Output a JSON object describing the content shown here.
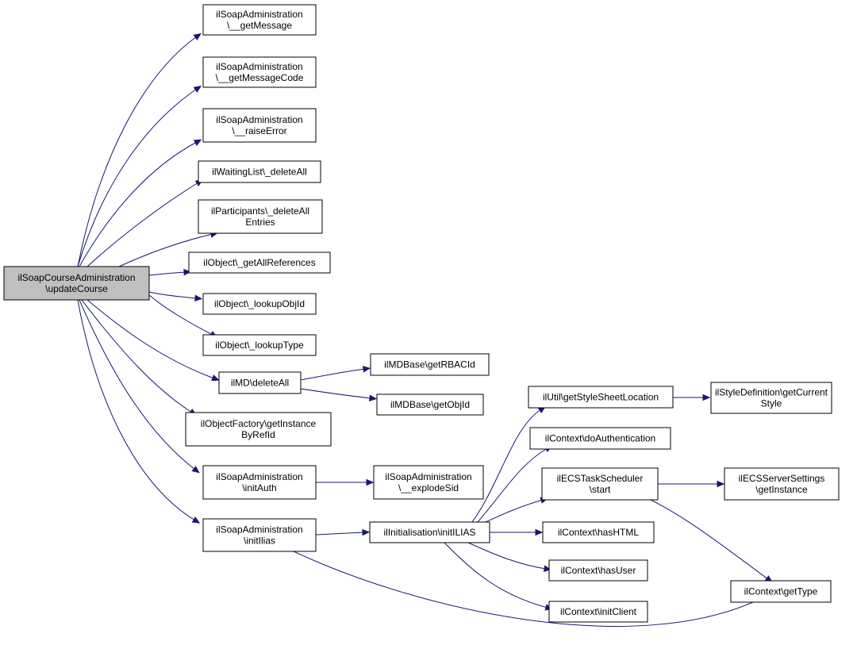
{
  "colors": {
    "edge": "#191970",
    "node_fill": "#ffffff",
    "root_fill": "#bfbfbf",
    "border": "#000000"
  },
  "nodes": [
    {
      "id": "root",
      "lines": [
        "ilSoapCourseAdministration",
        "\\updateCourse"
      ]
    },
    {
      "id": "getMessage",
      "lines": [
        "ilSoapAdministration",
        "\\__getMessage"
      ]
    },
    {
      "id": "getMessageCode",
      "lines": [
        "ilSoapAdministration",
        "\\__getMessageCode"
      ]
    },
    {
      "id": "raiseError",
      "lines": [
        "ilSoapAdministration",
        "\\__raiseError"
      ]
    },
    {
      "id": "waitingDeleteAll",
      "lines": [
        "ilWaitingList\\_deleteAll"
      ]
    },
    {
      "id": "participantsDeleteAll",
      "lines": [
        "ilParticipants\\_deleteAll",
        "Entries"
      ]
    },
    {
      "id": "getAllReferences",
      "lines": [
        "ilObject\\_getAllReferences"
      ]
    },
    {
      "id": "lookupObjId",
      "lines": [
        "ilObject\\_lookupObjId"
      ]
    },
    {
      "id": "lookupType",
      "lines": [
        "ilObject\\_lookupType"
      ]
    },
    {
      "id": "mdDeleteAll",
      "lines": [
        "ilMD\\deleteAll"
      ]
    },
    {
      "id": "getInstanceByRefId",
      "lines": [
        "ilObjectFactory\\getInstance",
        "ByRefId"
      ]
    },
    {
      "id": "initAuth",
      "lines": [
        "ilSoapAdministration",
        "\\initAuth"
      ]
    },
    {
      "id": "initIlias",
      "lines": [
        "ilSoapAdministration",
        "\\initIlias"
      ]
    },
    {
      "id": "getRBACId",
      "lines": [
        "ilMDBase\\getRBACId"
      ]
    },
    {
      "id": "getObjId",
      "lines": [
        "ilMDBase\\getObjId"
      ]
    },
    {
      "id": "explodeSid",
      "lines": [
        "ilSoapAdministration",
        "\\__explodeSid"
      ]
    },
    {
      "id": "initILIAS",
      "lines": [
        "ilInitialisation\\initILIAS"
      ]
    },
    {
      "id": "getStyleSheetLocation",
      "lines": [
        "ilUtil\\getStyleSheetLocation"
      ]
    },
    {
      "id": "doAuthentication",
      "lines": [
        "ilContext\\doAuthentication"
      ]
    },
    {
      "id": "ecsStart",
      "lines": [
        "ilECSTaskScheduler",
        "\\start"
      ]
    },
    {
      "id": "hasHTML",
      "lines": [
        "ilContext\\hasHTML"
      ]
    },
    {
      "id": "hasUser",
      "lines": [
        "ilContext\\hasUser"
      ]
    },
    {
      "id": "initClient",
      "lines": [
        "ilContext\\initClient"
      ]
    },
    {
      "id": "getCurrentStyle",
      "lines": [
        "ilStyleDefinition\\getCurrent",
        "Style"
      ]
    },
    {
      "id": "ecsGetInstance",
      "lines": [
        "ilECSServerSettings",
        "\\getInstance"
      ]
    },
    {
      "id": "getType",
      "lines": [
        "ilContext\\getType"
      ]
    }
  ],
  "edges": [
    [
      "root",
      "getMessage"
    ],
    [
      "root",
      "getMessageCode"
    ],
    [
      "root",
      "raiseError"
    ],
    [
      "root",
      "waitingDeleteAll"
    ],
    [
      "root",
      "participantsDeleteAll"
    ],
    [
      "root",
      "getAllReferences"
    ],
    [
      "root",
      "lookupObjId"
    ],
    [
      "root",
      "lookupType"
    ],
    [
      "root",
      "mdDeleteAll"
    ],
    [
      "root",
      "getInstanceByRefId"
    ],
    [
      "root",
      "initAuth"
    ],
    [
      "root",
      "initIlias"
    ],
    [
      "mdDeleteAll",
      "getRBACId"
    ],
    [
      "mdDeleteAll",
      "getObjId"
    ],
    [
      "initAuth",
      "explodeSid"
    ],
    [
      "initIlias",
      "initILIAS"
    ],
    [
      "initIlias",
      "getType"
    ],
    [
      "initILIAS",
      "getStyleSheetLocation"
    ],
    [
      "initILIAS",
      "doAuthentication"
    ],
    [
      "initILIAS",
      "ecsStart"
    ],
    [
      "initILIAS",
      "hasHTML"
    ],
    [
      "initILIAS",
      "hasUser"
    ],
    [
      "initILIAS",
      "initClient"
    ],
    [
      "getStyleSheetLocation",
      "getCurrentStyle"
    ],
    [
      "ecsStart",
      "ecsGetInstance"
    ],
    [
      "ecsStart",
      "getType"
    ]
  ]
}
